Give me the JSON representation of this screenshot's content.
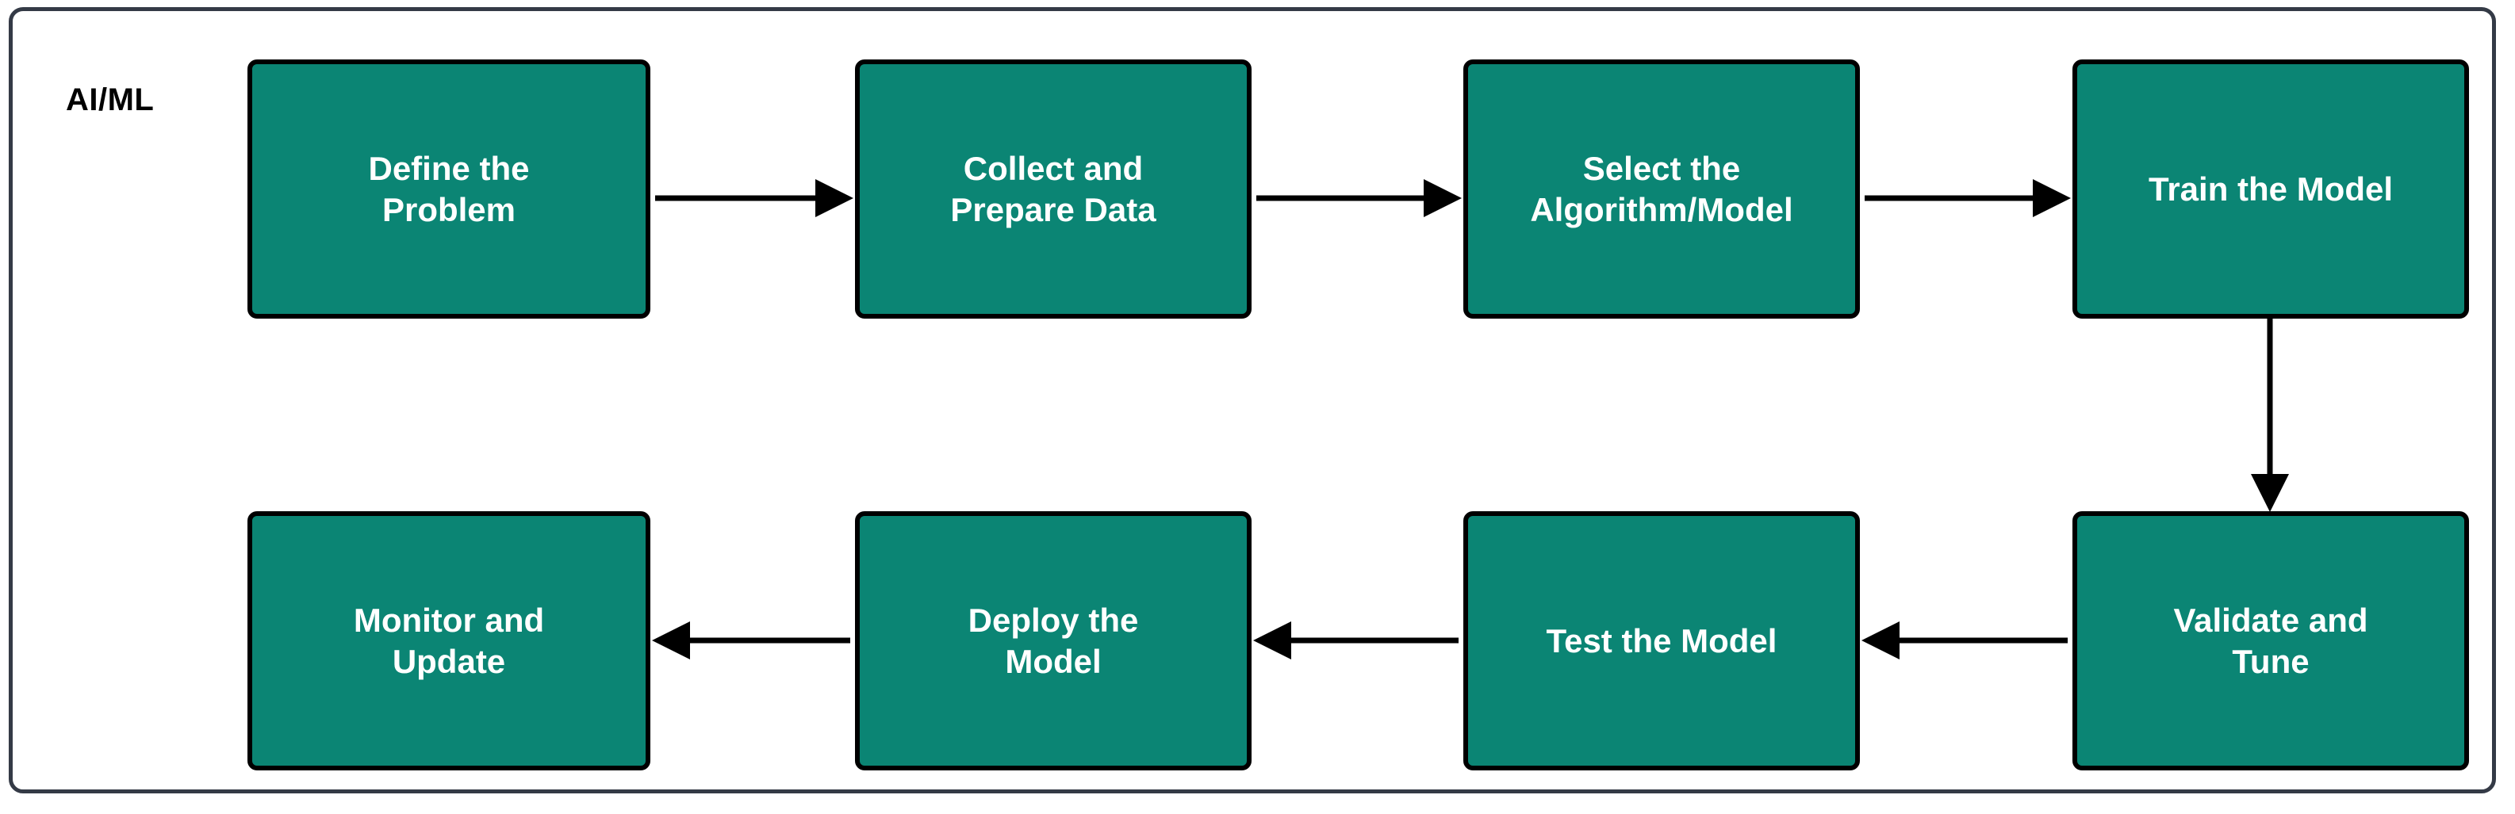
{
  "diagram": {
    "group_label": "AI/ML",
    "colors": {
      "node_fill": "#0b8574",
      "node_border": "#000000",
      "node_text": "#ffffff",
      "frame_border": "#343a46",
      "edge": "#000000",
      "background": "#ffffff"
    },
    "nodes": [
      {
        "id": "define-the-problem",
        "label": "Define the\nProblem",
        "row": "top",
        "order": 1
      },
      {
        "id": "collect-and-prepare-data",
        "label": "Collect and\nPrepare Data",
        "row": "top",
        "order": 2
      },
      {
        "id": "select-the-algorithm-model",
        "label": "Select the\nAlgorithm/Model",
        "row": "top",
        "order": 3
      },
      {
        "id": "train-the-model",
        "label": "Train the Model",
        "row": "top",
        "order": 4
      },
      {
        "id": "validate-and-tune",
        "label": "Validate and\nTune",
        "row": "bottom",
        "order": 5
      },
      {
        "id": "test-the-model",
        "label": "Test the Model",
        "row": "bottom",
        "order": 6
      },
      {
        "id": "deploy-the-model",
        "label": "Deploy the\nModel",
        "row": "bottom",
        "order": 7
      },
      {
        "id": "monitor-and-update",
        "label": "Monitor and\nUpdate",
        "row": "bottom",
        "order": 8
      }
    ],
    "edges": [
      {
        "from": "define-the-problem",
        "to": "collect-and-prepare-data",
        "direction": "right"
      },
      {
        "from": "collect-and-prepare-data",
        "to": "select-the-algorithm-model",
        "direction": "right"
      },
      {
        "from": "select-the-algorithm-model",
        "to": "train-the-model",
        "direction": "right"
      },
      {
        "from": "train-the-model",
        "to": "validate-and-tune",
        "direction": "down"
      },
      {
        "from": "validate-and-tune",
        "to": "test-the-model",
        "direction": "left"
      },
      {
        "from": "test-the-model",
        "to": "deploy-the-model",
        "direction": "left"
      },
      {
        "from": "deploy-the-model",
        "to": "monitor-and-update",
        "direction": "left"
      }
    ]
  }
}
